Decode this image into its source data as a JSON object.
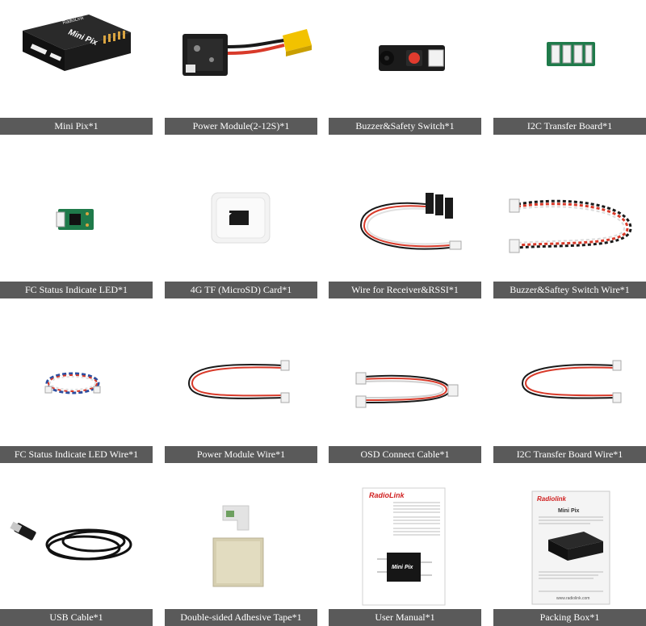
{
  "items": [
    {
      "label": "Mini Pix*1"
    },
    {
      "label": "Power Module(2-12S)*1"
    },
    {
      "label": "Buzzer&Safety Switch*1"
    },
    {
      "label": "I2C Transfer Board*1"
    },
    {
      "label": "FC Status Indicate LED*1"
    },
    {
      "label": "4G TF (MicroSD) Card*1"
    },
    {
      "label": "Wire for Receiver&RSSI*1"
    },
    {
      "label": "Buzzer&Saftey Switch Wire*1"
    },
    {
      "label": "FC Status Indicate LED Wire*1"
    },
    {
      "label": "Power Module Wire*1"
    },
    {
      "label": "OSD Connect Cable*1"
    },
    {
      "label": "I2C Transfer Board Wire*1"
    },
    {
      "label": "USB Cable*1"
    },
    {
      "label": "Double-sided Adhesive Tape*1"
    },
    {
      "label": "User Manual*1"
    },
    {
      "label": "Packing Box*1"
    }
  ],
  "printed": {
    "mini_pix_brand": "RadioLink",
    "mini_pix_name": "Mini Pix",
    "manual_brand": "RadioLink",
    "manual_board": "Mini Pix",
    "box_brand": "Radiolink",
    "box_title": "Mini Pix",
    "box_footer": "www.radiolink.com"
  },
  "colors": {
    "caption_bg": "#5a5a5a",
    "caption_text": "#ffffff",
    "xt60_yellow": "#f2c200",
    "wire_red": "#d83a2a",
    "wire_black": "#1a1a1a",
    "pcb_green": "#1f7a4a"
  }
}
